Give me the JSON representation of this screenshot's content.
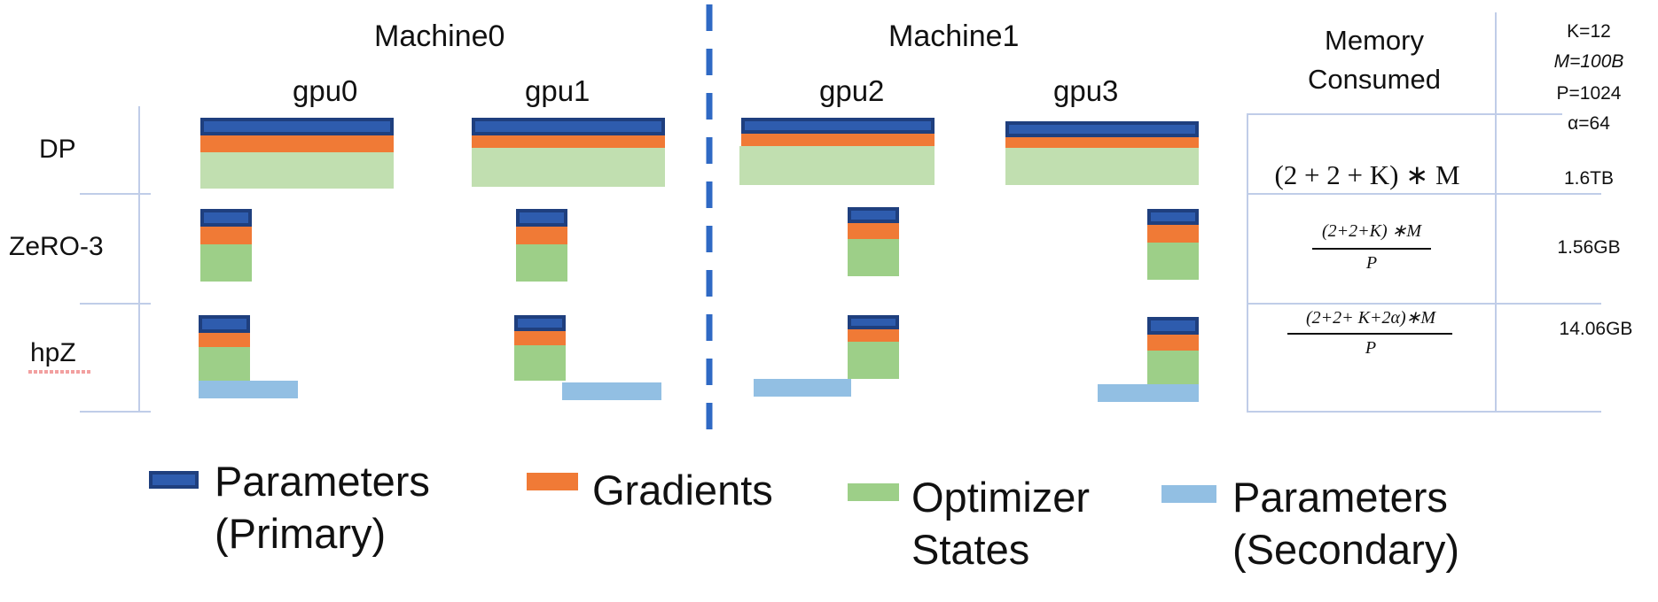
{
  "machines": {
    "m0": "Machine0",
    "m1": "Machine1"
  },
  "gpus": [
    "gpu0",
    "gpu1",
    "gpu2",
    "gpu3"
  ],
  "rows": [
    "DP",
    "ZeRO-3",
    "hpZ"
  ],
  "memory_header": {
    "line1": "Memory",
    "line2": "Consumed"
  },
  "params": {
    "k": "K=12",
    "m": "M=100B",
    "p": "P=1024",
    "alpha": "α=64"
  },
  "formulas": {
    "dp": "(2 + 2 + K) ∗ M",
    "zero3_num": "(2+2+K) ∗M",
    "zero3_den": "P",
    "hpz_num": "(2+2+ K+2α)∗M",
    "hpz_den": "P"
  },
  "values": {
    "dp": "1.6TB",
    "zero3": "1.56GB",
    "hpz": "14.06GB"
  },
  "legend": [
    {
      "line1": "Parameters",
      "line2": "(Primary)",
      "color": "#2e5cae"
    },
    {
      "line1": "Gradients",
      "line2": "",
      "color": "#f07a36"
    },
    {
      "line1": "Optimizer",
      "line2": "States",
      "color": "#9dcf88"
    },
    {
      "line1": "Parameters",
      "line2": "(Secondary)",
      "color": "#92bfe3"
    }
  ]
}
